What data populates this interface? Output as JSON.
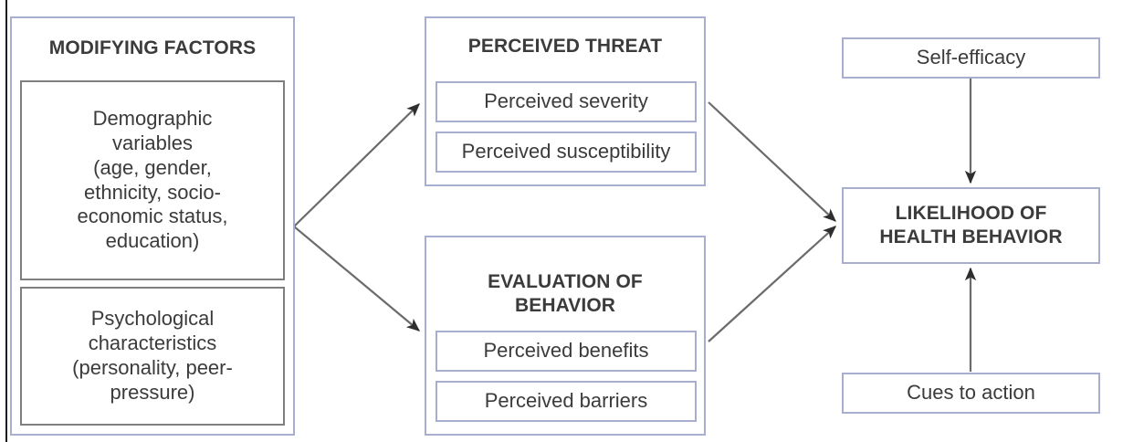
{
  "diagram": {
    "title_internal": "Health Belief Model",
    "colors": {
      "box_border_blue": "#a7aed0",
      "box_border_gray": "#7f7f7f",
      "text": "#3b3b3b",
      "arrow": "#6b6b6b",
      "background": "#ffffff"
    }
  },
  "modifying_factors": {
    "heading": "MODIFYING FACTORS",
    "items": [
      {
        "label": "Demographic\nvariables\n(age, gender,\nethnicity, socio-\neconomic status,\neducation)"
      },
      {
        "label": "Psychological\ncharacteristics\n(personality, peer-\npressure)"
      }
    ]
  },
  "perceived_threat": {
    "heading": "PERCEIVED THREAT",
    "items": [
      {
        "label": "Perceived severity"
      },
      {
        "label": "Perceived susceptibility"
      }
    ]
  },
  "evaluation_of_behavior": {
    "heading": "EVALUATION OF\nBEHAVIOR",
    "items": [
      {
        "label": "Perceived benefits"
      },
      {
        "label": "Perceived barriers"
      }
    ]
  },
  "outcome": {
    "self_efficacy": "Self-efficacy",
    "likelihood": "LIKELIHOOD OF\nHEALTH BEHAVIOR",
    "cues_to_action": "Cues to action"
  }
}
